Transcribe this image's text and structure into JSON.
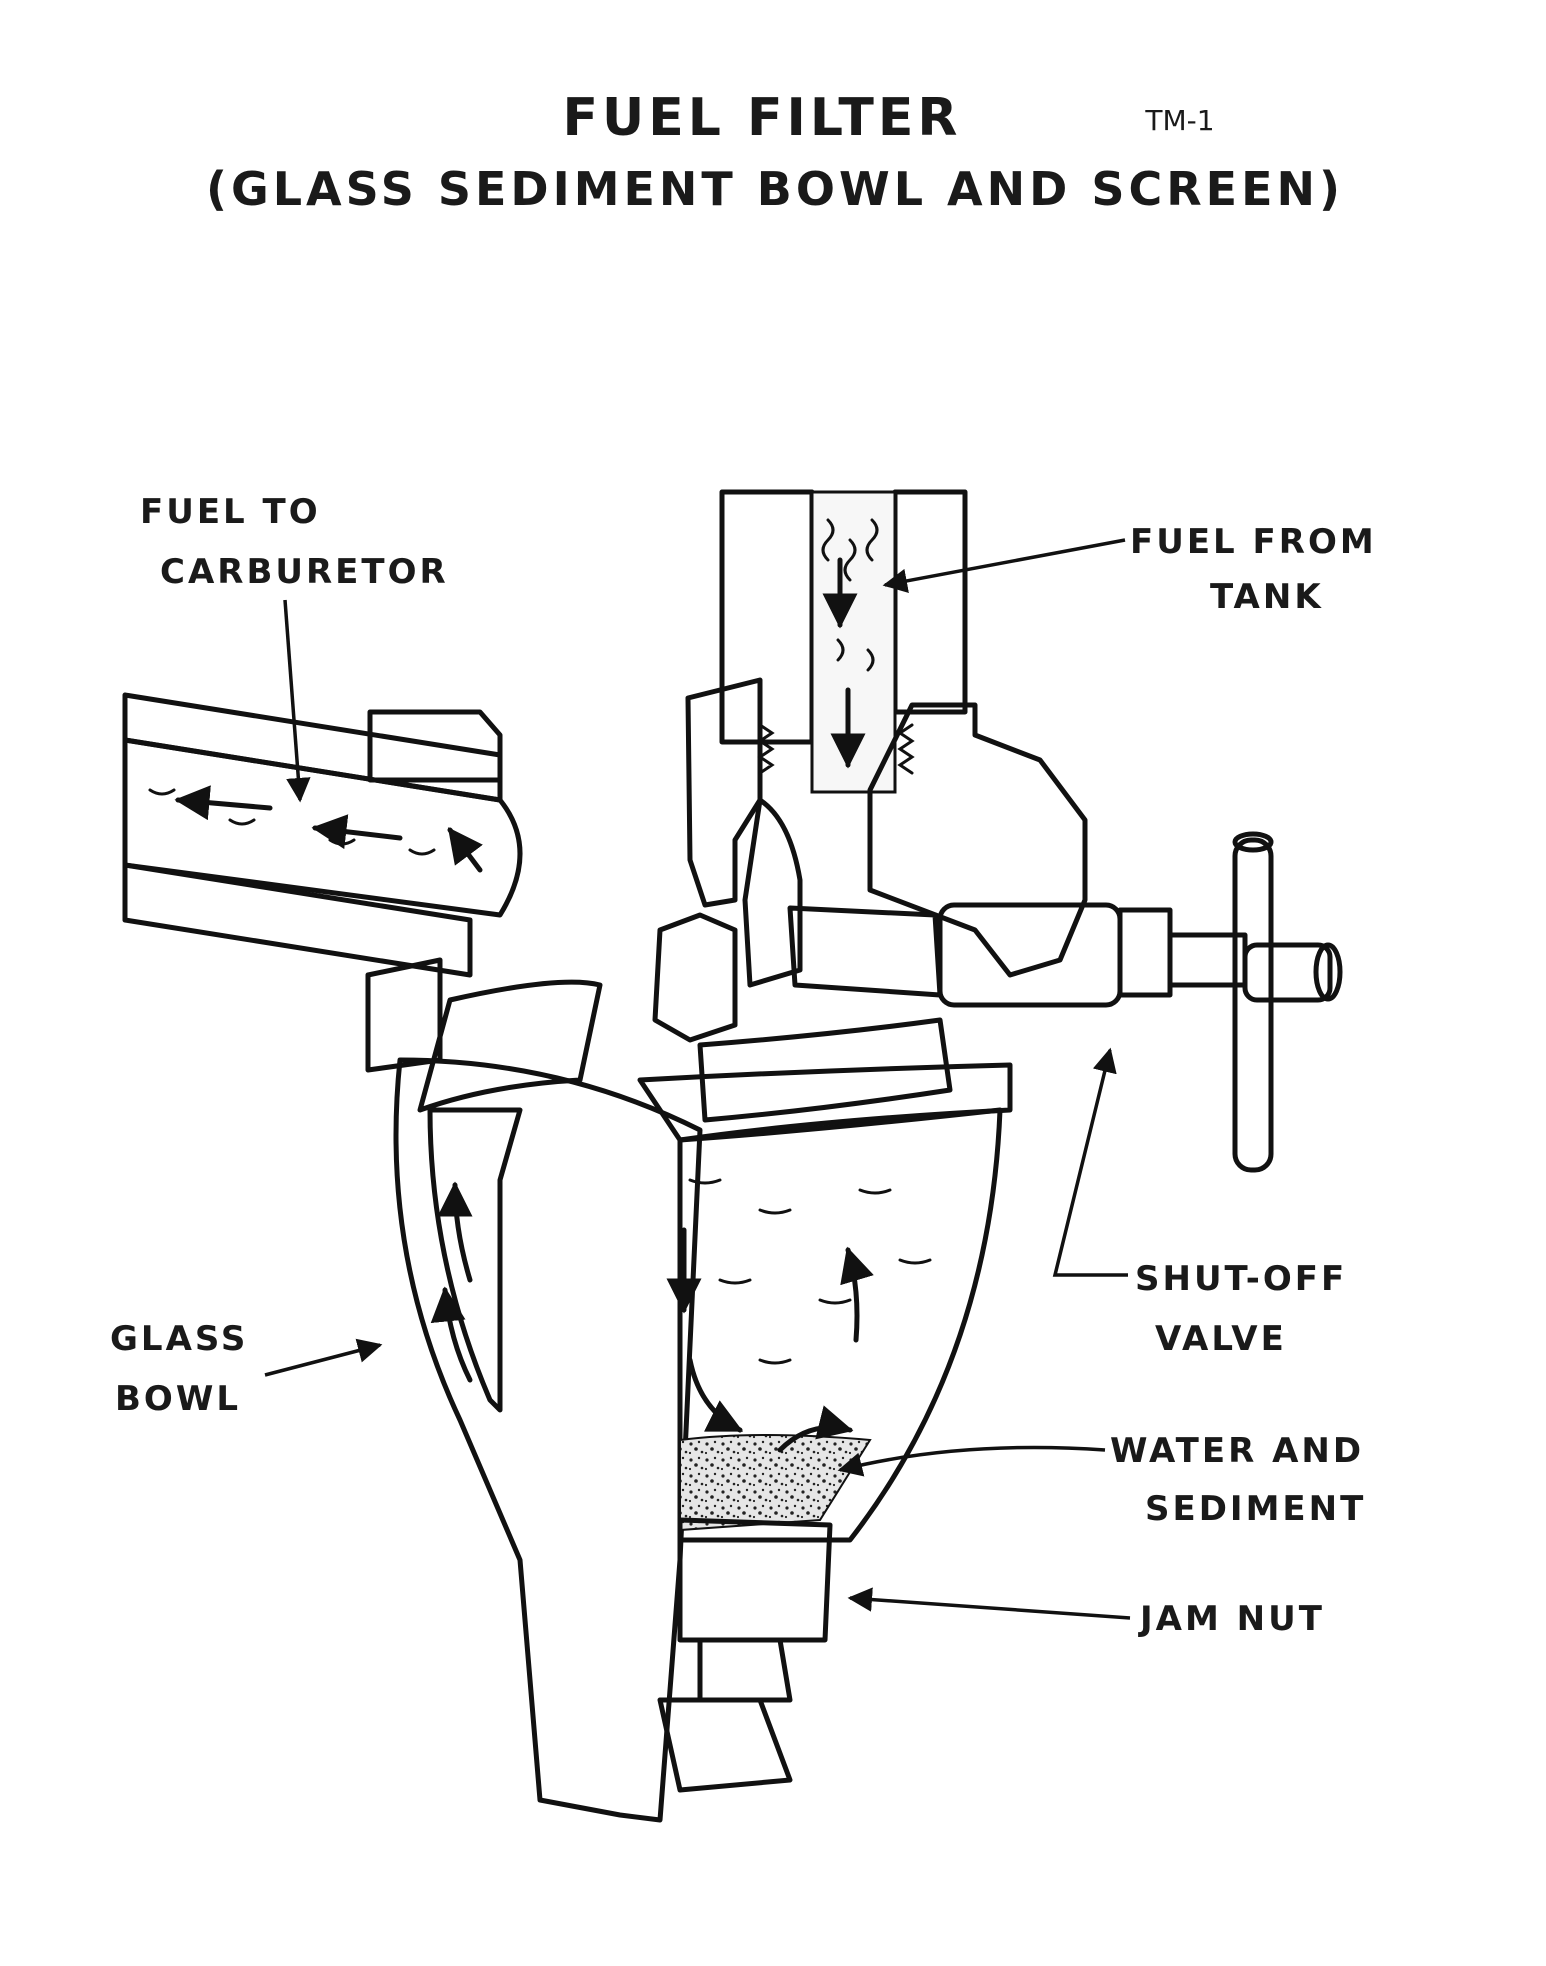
{
  "title": "FUEL FILTER",
  "subtitle": "(GLASS SEDIMENT BOWL AND SCREEN)",
  "code": "TM-1",
  "labels": {
    "fuel_to_carburetor": [
      "FUEL TO",
      "CARBURETOR"
    ],
    "fuel_from_tank": [
      "FUEL FROM",
      "TANK"
    ],
    "glass_bowl": [
      "GLASS",
      "BOWL"
    ],
    "shut_off_valve": [
      "SHUT-OFF",
      "VALVE"
    ],
    "water_and_sediment": [
      "WATER AND",
      "SEDIMENT"
    ],
    "jam_nut": [
      "JAM NUT"
    ]
  },
  "colors": {
    "ink": "#111111",
    "paper": "#ffffff",
    "fuel": "#f4f4f4",
    "sediment": "#8a8a8a"
  }
}
